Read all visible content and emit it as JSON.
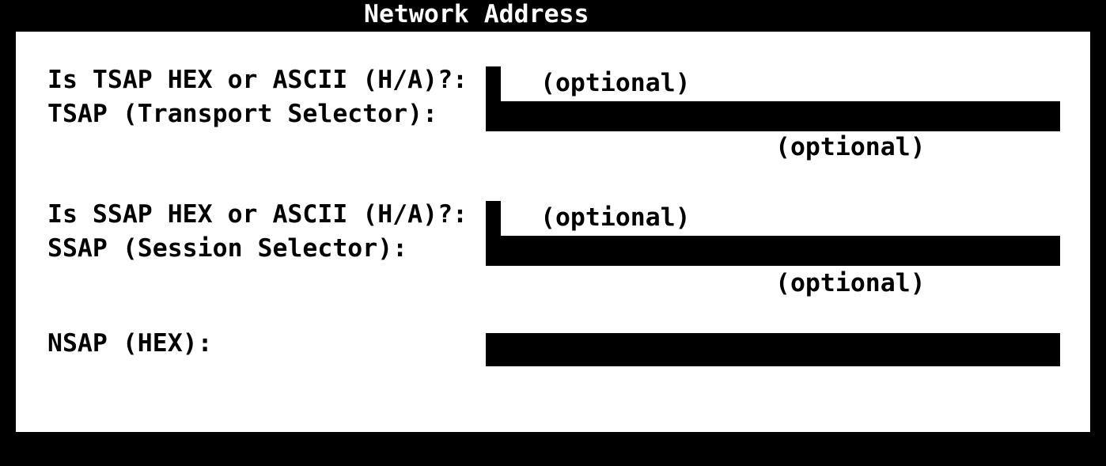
{
  "title": "Network Address",
  "form": {
    "tsap": {
      "type_label": "Is TSAP HEX or ASCII (H/A)?:",
      "type_value": "",
      "type_hint": "(optional)",
      "selector_label": "TSAP (Transport Selector):",
      "selector_value": "",
      "selector_hint": "(optional)"
    },
    "ssap": {
      "type_label": "Is SSAP HEX or ASCII (H/A)?:",
      "type_value": "",
      "type_hint": "(optional)",
      "selector_label": "SSAP (Session Selector):",
      "selector_value": "",
      "selector_hint": "(optional)"
    },
    "nsap": {
      "label": "NSAP (HEX):",
      "value": ""
    }
  },
  "colors": {
    "screen_background": "#000000",
    "dialog_background": "#ffffff",
    "label_text": "#000000",
    "title_text": "#ffffff",
    "field_background": "#000000"
  }
}
